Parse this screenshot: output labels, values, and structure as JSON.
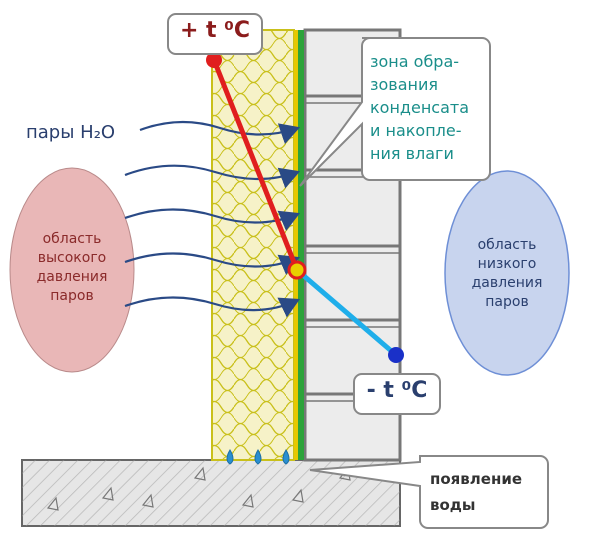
{
  "labels": {
    "hot_temp": "+ t ⁰C",
    "cold_temp": "- t ⁰C",
    "vapor": "пары H₂O",
    "high_pressure": [
      "область",
      "высокого",
      "давления",
      "паров"
    ],
    "low_pressure": [
      "область",
      "низкого",
      "давления",
      "паров"
    ],
    "condensation_zone": [
      "зона обра-",
      "зования",
      "конденсата",
      "и накопле-",
      "ния влаги"
    ],
    "water": [
      "появление",
      "воды"
    ]
  },
  "colors": {
    "high_pressure_fill": "#e9b7b7",
    "low_pressure_fill": "#c8d4ee",
    "insulation": "#f6f2c8",
    "insulation_line": "#c9c01a",
    "membrane_green": "#2ca33a",
    "membrane_yellow": "#e6c800",
    "hot_line": "#e01e1e",
    "cold_line": "#1faeea",
    "arrow": "#2a4a86",
    "brick_stroke": "#777777",
    "brick_fill": "#ececec",
    "foundation_fill": "#e6e6e6",
    "teal_text": "#1a8e8a",
    "temp_hot_text": "#8b1c1c",
    "temp_cold_text": "#2a3f6e"
  }
}
